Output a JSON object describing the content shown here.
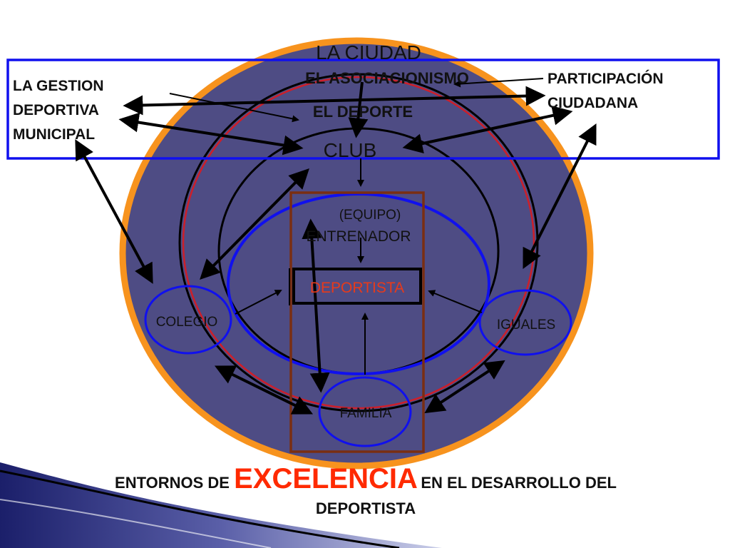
{
  "colors": {
    "outer_fill": "#4e4c84",
    "outer_border": "#f7931e",
    "red_ring": "#cc1f2a",
    "blue": "#1010ee",
    "black": "#000000",
    "brown": "#7a2e12",
    "title_red": "#ff2a00",
    "deportista_text": "#e83a1a",
    "inner_text": "#111111"
  },
  "labels": {
    "la_ciudad": "LA CIUDAD",
    "el_asociacionismo": "EL ASOCIACIONISMO",
    "el_deporte": "EL DEPORTE",
    "club": "CLUB",
    "equipo": "(EQUIPO)",
    "entrenador": "ENTRENADOR",
    "deportista": "DEPORTISTA",
    "colegio": "COLEGIO",
    "iguales": "IGUALES",
    "familia": "FAMILIA",
    "gestion_1": "LA GESTION",
    "gestion_2": "DEPORTIVA",
    "gestion_3": "MUNICIPAL",
    "participacion_1": "PARTICIPACIÓN",
    "participacion_2": "CIUDADANA"
  },
  "title": {
    "part1": "ENTORNOS DE ",
    "highlight": "EXCELENCIA",
    "part2": " EN EL DESARROLLO DEL",
    "line2": "DEPORTISTA"
  }
}
